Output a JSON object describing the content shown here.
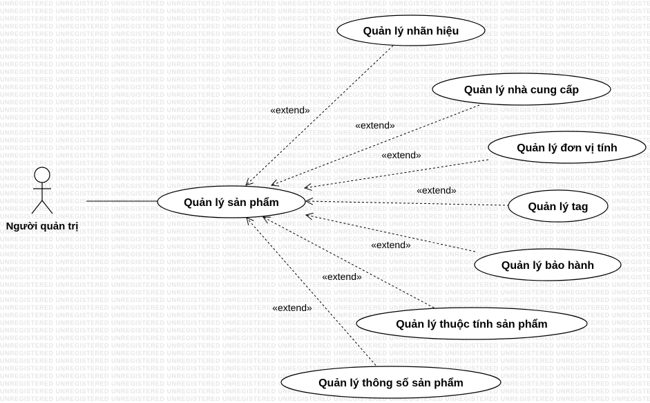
{
  "watermark": "UNREGISTERED",
  "actor": {
    "label": "Người quản trị"
  },
  "main_use_case": {
    "label": "Quản lý sản phẩm"
  },
  "extend_label": "«extend»",
  "extensions": [
    {
      "label": "Quản lý nhãn hiệu"
    },
    {
      "label": "Quản lý nhà cung cấp"
    },
    {
      "label": "Quản lý đơn vị tính"
    },
    {
      "label": "Quản lý tag"
    },
    {
      "label": "Quản lý bảo hành"
    },
    {
      "label": "Quản lý thuộc tính sản phẩm"
    },
    {
      "label": "Quản lý thông số sản phẩm"
    }
  ]
}
